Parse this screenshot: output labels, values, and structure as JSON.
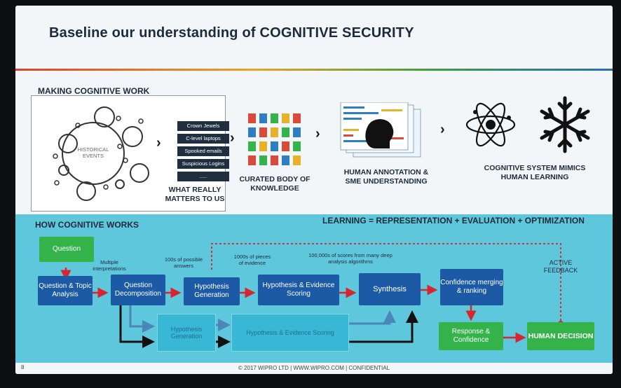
{
  "title": "Baseline our understanding of COGNITIVE SECURITY",
  "making": {
    "heading": "MAKING COGNITIVE WORK",
    "bubble_label": "HISTORICAL EVENTS",
    "tags": [
      "Crown Jewels",
      "C-level laptops",
      "Spooked emails",
      "Suspicious Logins",
      "....."
    ],
    "captions": {
      "matters": "WHAT REALLY MATTERS TO US",
      "curated": "CURATED BODY OF KNOWLEDGE",
      "annotation": "HUMAN ANNOTATION & SME UNDERSTANDING",
      "cognitive": "COGNITIVE SYSTEM MIMICS HUMAN LEARNING"
    }
  },
  "works": {
    "heading": "HOW COGNITIVE WORKS",
    "formula": "LEARNING = REPRESENTATION + EVALUATION + OPTIMIZATION",
    "nodes": {
      "question": "Question",
      "topic": "Question & Topic Analysis",
      "decomposition": "Question Decomposition",
      "hypgen": "Hypothesis Generation",
      "hypscore": "Hypothesis & Evidence Scoring",
      "synthesis": "Synthesis",
      "confidence": "Confidence merging & ranking",
      "response": "Response & Confidence",
      "human": "HUMAN DECISION",
      "ghost_gen": "Hypothesis Generation",
      "ghost_score": "Hypothesis & Evidence Scoring"
    },
    "notes": {
      "multiple": "Multiple interpretations",
      "answers": "100s of possible answers",
      "evidence": "1000s of pieces of evidence",
      "scores": "100,000s of scores from many deep analysis algorithms",
      "feedback": "ACTIVE FEEDBACK"
    }
  },
  "footer": "© 2017 WIPRO LTD | WWW.WIPRO.COM | CONFIDENTIAL",
  "page_number": "8"
}
